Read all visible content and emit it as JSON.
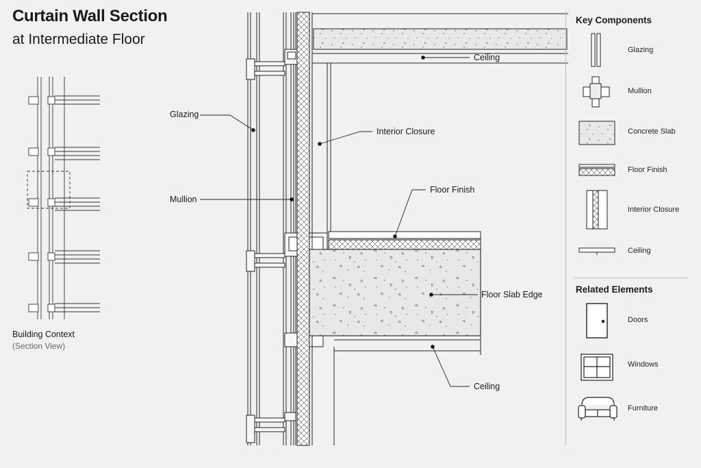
{
  "title": "Curtain Wall Section",
  "subtitle": "at Intermediate Floor",
  "context": {
    "title": "Building Context",
    "subtitle": "(Section View)"
  },
  "callouts": {
    "ceiling_top": "Ceiling",
    "glazing": "Glazing",
    "interior_closure": "Interior Closure",
    "mullion": "Mullion",
    "floor_finish": "Floor Finish",
    "floor_slab_edge": "Floor Slab Edge",
    "ceiling_bottom": "Ceiling"
  },
  "legend": {
    "key_title": "Key Components",
    "key_items": [
      {
        "label": "Glazing",
        "icon": "glazing-icon"
      },
      {
        "label": "Mullion",
        "icon": "mullion-icon"
      },
      {
        "label": "Concrete Slab",
        "icon": "concrete-slab-icon"
      },
      {
        "label": "Floor Finish",
        "icon": "floor-finish-icon"
      },
      {
        "label": "Interior Closure",
        "icon": "interior-closure-icon"
      },
      {
        "label": "Ceiling",
        "icon": "ceiling-icon"
      }
    ],
    "related_title": "Related Elements",
    "related_items": [
      {
        "label": "Doors",
        "icon": "door-icon"
      },
      {
        "label": "Windows",
        "icon": "window-icon"
      },
      {
        "label": "Furniture",
        "icon": "sofa-icon"
      }
    ]
  }
}
